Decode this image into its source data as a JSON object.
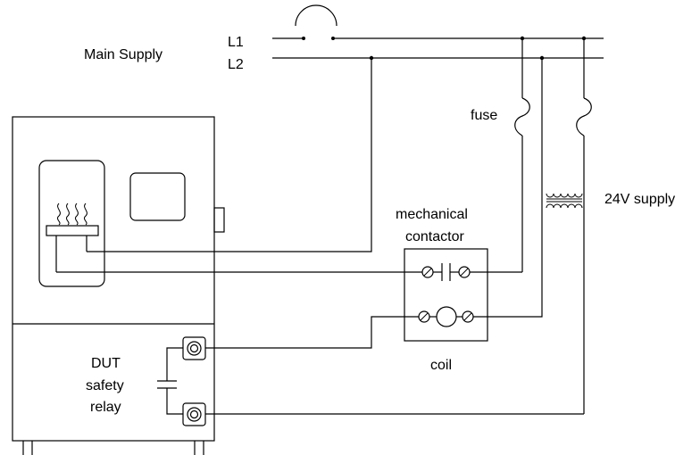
{
  "labels": {
    "main_supply": "Main Supply",
    "l1": "L1",
    "l2": "L2",
    "fuse": "fuse",
    "supply_24v": "24V supply",
    "mechanical": "mechanical",
    "contactor": "contactor",
    "coil": "coil",
    "dut": "DUT",
    "safety": "safety",
    "relay": "relay"
  },
  "colors": {
    "line": "#000000",
    "background": "#ffffff"
  }
}
